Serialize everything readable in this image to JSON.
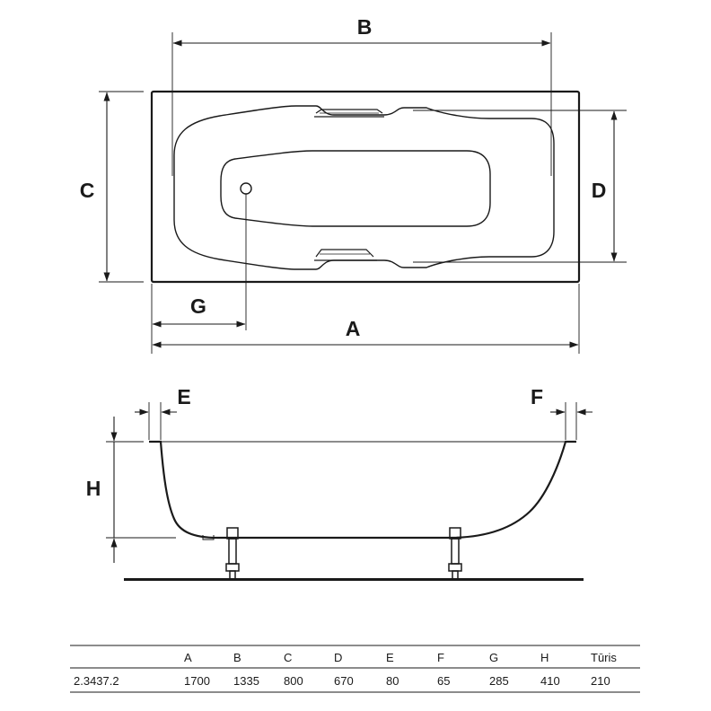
{
  "labels": {
    "A": "A",
    "B": "B",
    "C": "C",
    "D": "D",
    "E": "E",
    "F": "F",
    "G": "G",
    "H": "H"
  },
  "table": {
    "headers": [
      "",
      "A",
      "B",
      "C",
      "D",
      "E",
      "F",
      "G",
      "H",
      "Tūris"
    ],
    "rows": [
      [
        "2.3437.2",
        "1700",
        "1335",
        "800",
        "670",
        "80",
        "65",
        "285",
        "410",
        "210"
      ]
    ]
  }
}
